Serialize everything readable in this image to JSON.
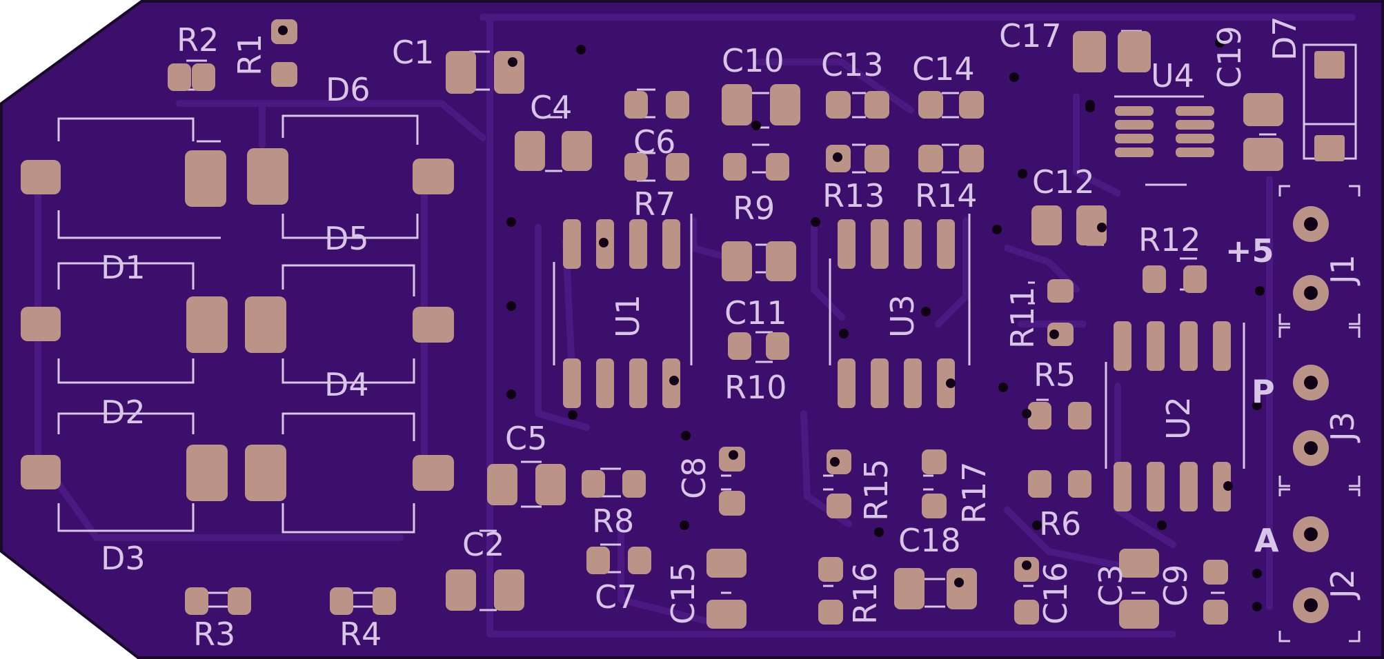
{
  "board": {
    "colors": {
      "background": "#ffffff",
      "substrate": "#3b0f6b",
      "outline": "#1a0a2a",
      "trace": "#4a1a82",
      "silkscreen": "#d7c6e6",
      "pad": "#bb9487",
      "drill": "#120418",
      "via": "#0d0210"
    }
  },
  "labels": {
    "R1": "R1",
    "R2": "R2",
    "R3": "R3",
    "R4": "R4",
    "R5": "R5",
    "R6": "R6",
    "R7": "R7",
    "R8": "R8",
    "R9": "R9",
    "R10": "R10",
    "R11": "R11",
    "R12": "R12",
    "R13": "R13",
    "R14": "R14",
    "R15": "R15",
    "R16": "R16",
    "R17": "R17",
    "C1": "C1",
    "C2": "C2",
    "C3": "C3",
    "C4": "C4",
    "C5": "C5",
    "C6": "C6",
    "C7": "C7",
    "C8": "C8",
    "C9": "C9",
    "C10": "C10",
    "C11": "C11",
    "C12": "C12",
    "C13": "C13",
    "C14": "C14",
    "C15": "C15",
    "C16": "C16",
    "C17": "C17",
    "C18": "C18",
    "C19": "C19",
    "D1": "D1",
    "D2": "D2",
    "D3": "D3",
    "D4": "D4",
    "D5": "D5",
    "D6": "D6",
    "D7": "D7",
    "U1": "U1",
    "U2": "U2",
    "U3": "U3",
    "U4": "U4",
    "J1": "J1",
    "J2": "J2",
    "J3": "J3",
    "plus5": "+5",
    "P": "P",
    "A": "A"
  }
}
